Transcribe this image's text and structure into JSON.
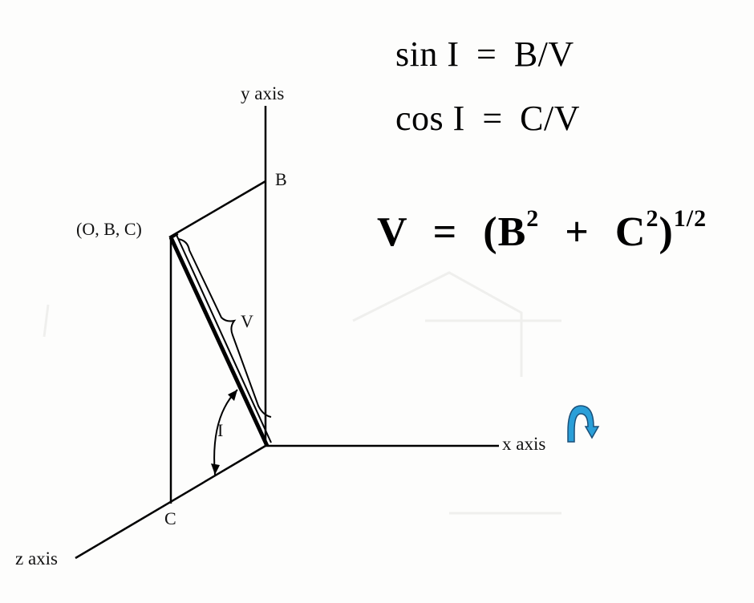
{
  "axes": {
    "y": "y axis",
    "x": "x axis",
    "z": "z axis"
  },
  "points": {
    "b": "B",
    "c": "C",
    "obc": "(O, B, C)",
    "v": "V",
    "i": "I"
  },
  "equations": {
    "sin": {
      "lhs": "sin I",
      "eq": "=",
      "rhs": "B/V"
    },
    "cos": {
      "lhs": "cos I",
      "eq": "=",
      "rhs": "C/V"
    },
    "v": {
      "lhs": "V",
      "eq": "=",
      "open": "(B",
      "exp1": "2",
      "plus": "+",
      "c": "C",
      "exp2": "2",
      "close": ")",
      "exp3": "1/2"
    }
  },
  "colors": {
    "rotation_arrow": "#2a9fd8",
    "ink": "#000000"
  },
  "icons": {
    "rotation": "rotation-arrow-icon"
  }
}
